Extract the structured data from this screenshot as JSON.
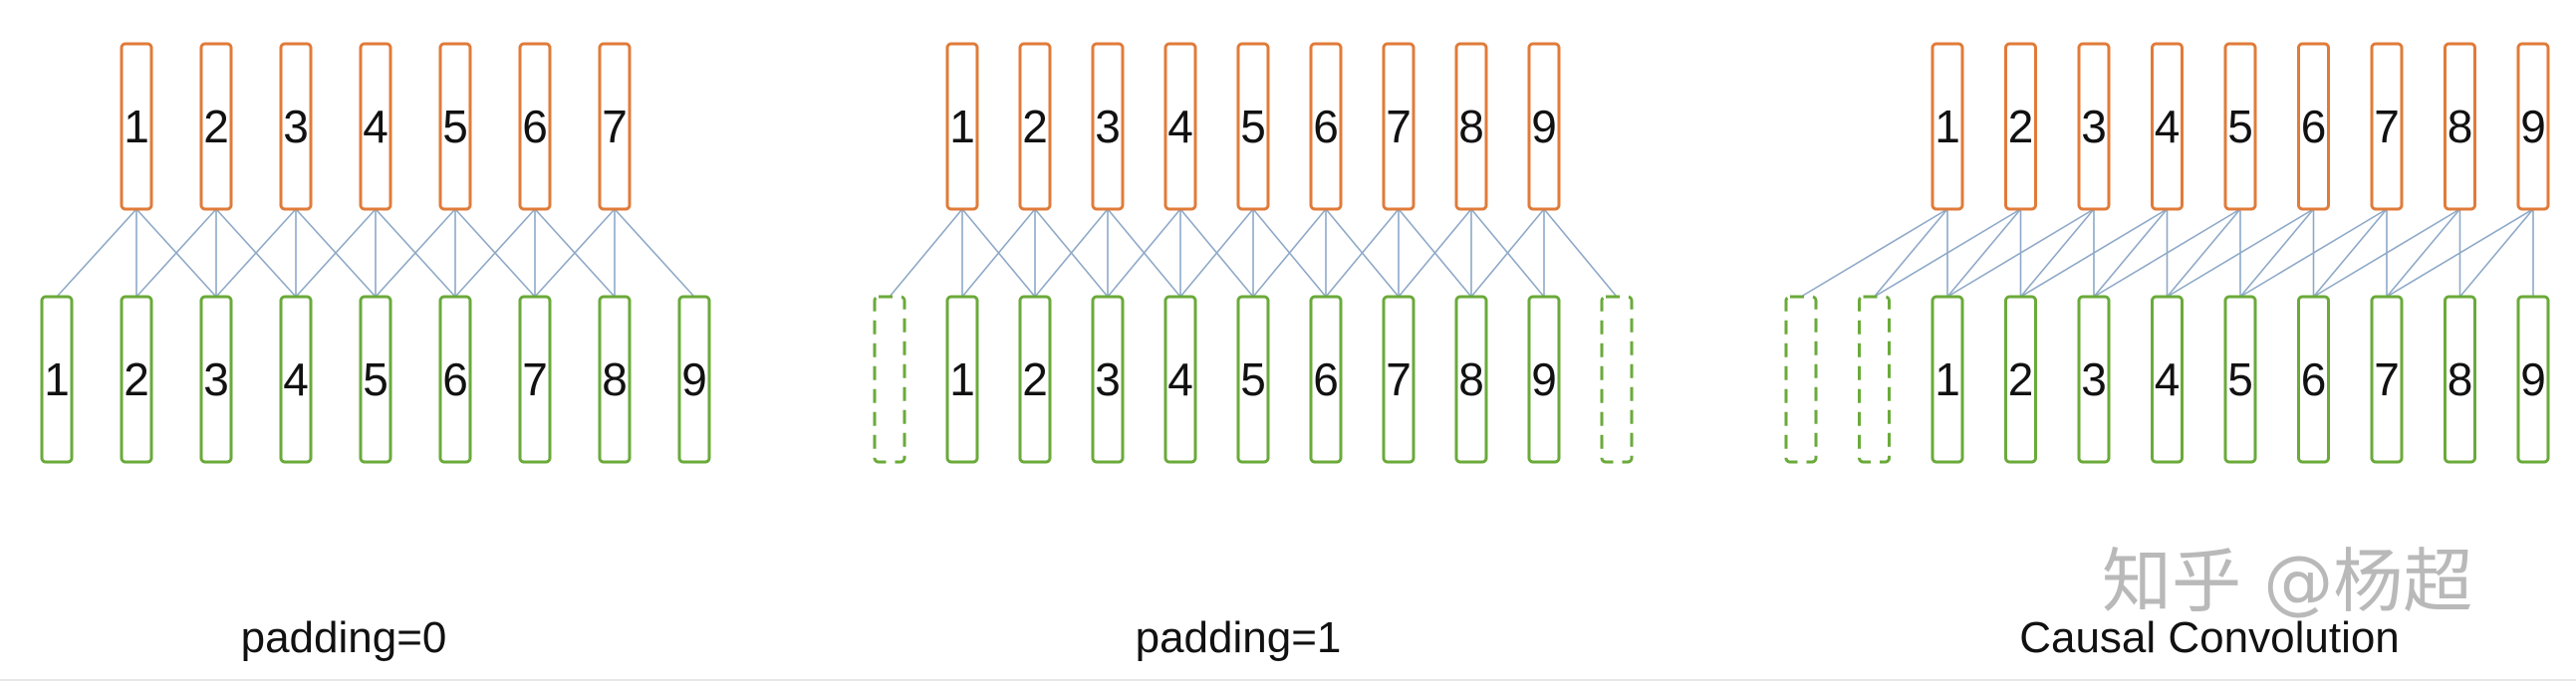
{
  "panels": [
    {
      "id": "padding0",
      "caption": "padding=0",
      "outputs": [
        "1",
        "2",
        "3",
        "4",
        "5",
        "6",
        "7"
      ],
      "inputs": [
        "1",
        "2",
        "3",
        "4",
        "5",
        "6",
        "7",
        "8",
        "9"
      ],
      "input_padded": [
        false,
        false,
        false,
        false,
        false,
        false,
        false,
        false,
        false
      ],
      "kernel_offsets": [
        0,
        1,
        2
      ]
    },
    {
      "id": "padding1",
      "caption": "padding=1",
      "outputs": [
        "1",
        "2",
        "3",
        "4",
        "5",
        "6",
        "7",
        "8",
        "9"
      ],
      "inputs": [
        "",
        "1",
        "2",
        "3",
        "4",
        "5",
        "6",
        "7",
        "8",
        "9",
        ""
      ],
      "input_padded": [
        true,
        false,
        false,
        false,
        false,
        false,
        false,
        false,
        false,
        false,
        true
      ],
      "kernel_offsets": [
        0,
        1,
        2
      ]
    },
    {
      "id": "causal",
      "caption": "Causal Convolution",
      "outputs": [
        "1",
        "2",
        "3",
        "4",
        "5",
        "6",
        "7",
        "8",
        "9"
      ],
      "inputs": [
        "",
        "",
        "1",
        "2",
        "3",
        "4",
        "5",
        "6",
        "7",
        "8",
        "9"
      ],
      "input_padded": [
        true,
        true,
        false,
        false,
        false,
        false,
        false,
        false,
        false,
        false,
        false
      ],
      "kernel_offsets": [
        0,
        1,
        2
      ]
    }
  ],
  "watermark": "知乎 @杨超",
  "colors": {
    "output_box": "#E07B39",
    "input_box": "#6AAA3A",
    "connection": "#8EA9C8"
  }
}
